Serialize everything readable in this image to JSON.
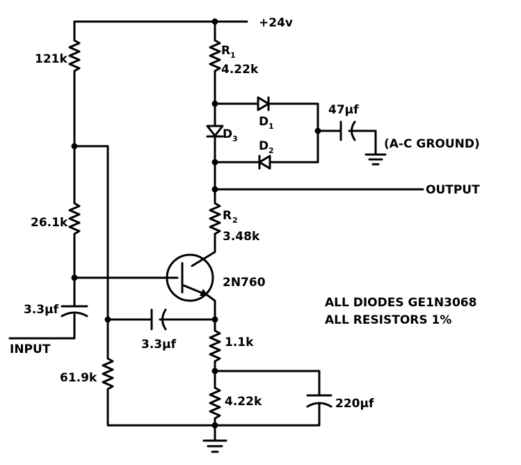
{
  "labels": {
    "supply": "+24v",
    "r1_letter": "R",
    "r1_sub": "1",
    "r1_value": "4.22k",
    "r2_letter": "R",
    "r2_sub": "2",
    "r2_value": "3.48k",
    "res_121k": "121k",
    "res_26k": "26.1k",
    "res_619k": "61.9k",
    "res_11k": "1.1k",
    "res_422k": "4.22k",
    "cap_in": "3.3µf",
    "cap_mid": "3.3µf",
    "cap_47": "47µf",
    "cap_220": "220µf",
    "d1_letter": "D",
    "d1_sub": "1",
    "d2_letter": "D",
    "d2_sub": "2",
    "d3_letter": "D",
    "d3_sub": "3",
    "ac_ground": "(A-C GROUND)",
    "output": "OUTPUT",
    "input": "INPUT",
    "transistor": "2N760",
    "note_diodes": "ALL DIODES GE1N3068",
    "note_resistors": "ALL RESISTORS 1%"
  }
}
